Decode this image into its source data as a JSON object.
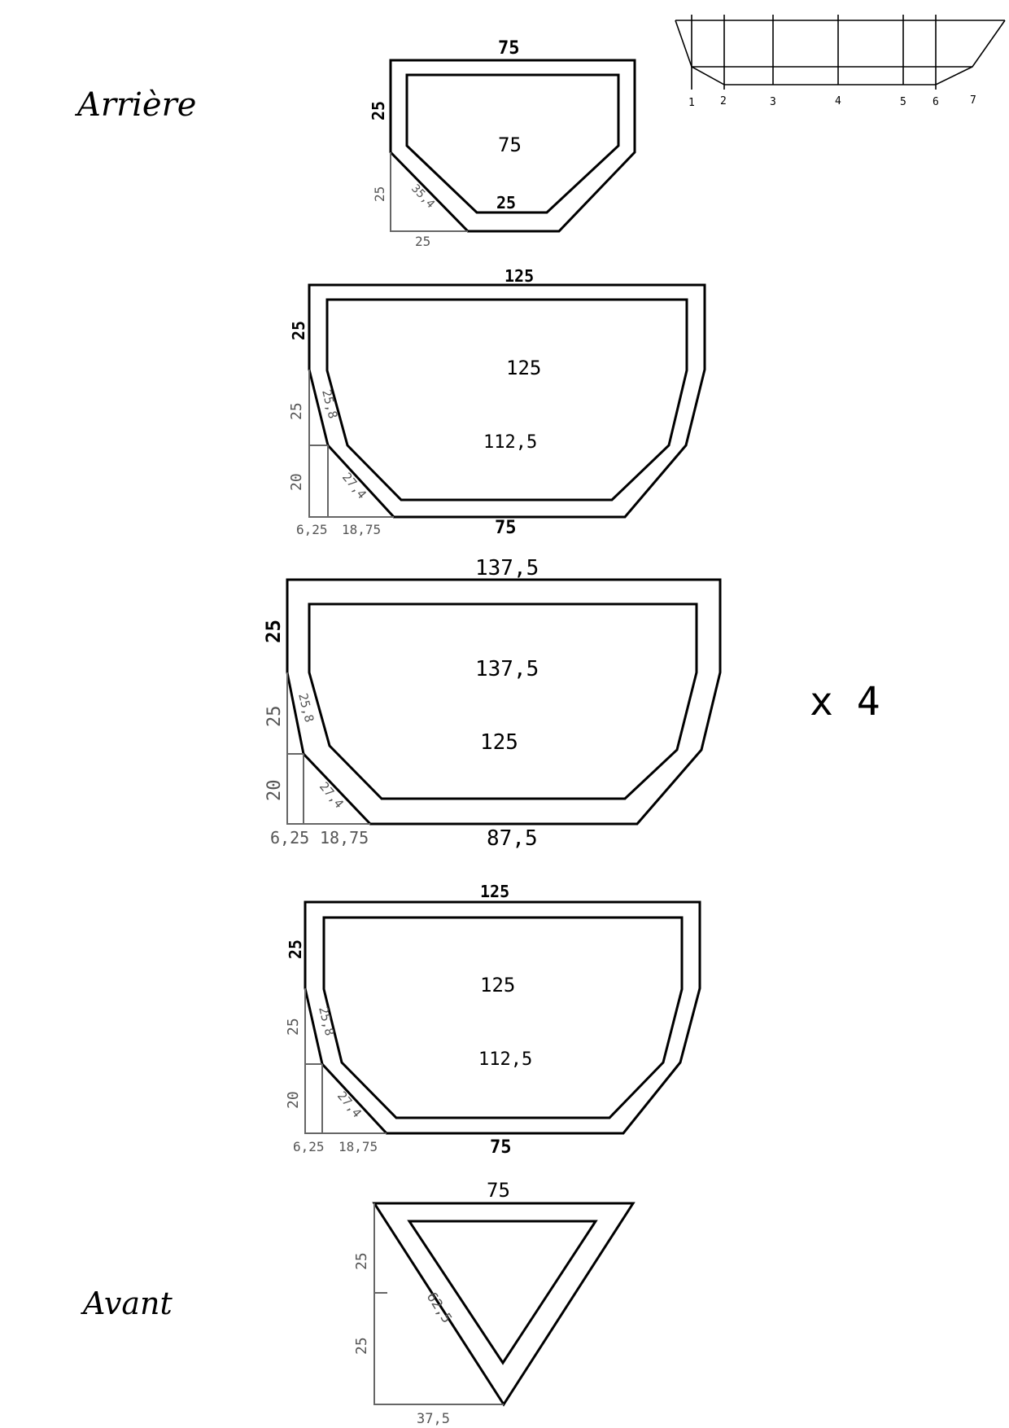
{
  "title_back": "Arrière",
  "title_front": "Avant",
  "multiplier": "x 4",
  "hull_profile": {
    "stations": [
      "1",
      "2",
      "3",
      "4",
      "5",
      "6",
      "7"
    ]
  },
  "pieces": {
    "back": {
      "top": "75",
      "height": "25",
      "inner_top": "75",
      "inner_bottom": "25",
      "chamfer_height": "25",
      "chamfer_width": "25",
      "diagonal": "35,4"
    },
    "frame2": {
      "top": "125",
      "height": "25",
      "inner_top": "125",
      "inner_mid": "112,5",
      "bottom": "75",
      "seg1_height": "25",
      "seg1_diagonal": "25,8",
      "seg2_height": "20",
      "seg2_diagonal": "27,4",
      "offset1": "6,25",
      "offset2": "18,75"
    },
    "frame3": {
      "top": "137,5",
      "height": "25",
      "inner_top": "137,5",
      "inner_mid": "125",
      "bottom": "87,5",
      "seg1_height": "25",
      "seg1_diagonal": "25,8",
      "seg2_height": "20",
      "seg2_diagonal": "27,4",
      "offset1": "6,25",
      "offset2": "18,75"
    },
    "frame4": {
      "top": "125",
      "height": "25",
      "inner_top": "125",
      "inner_mid": "112,5",
      "bottom": "75",
      "seg1_height": "25",
      "seg1_diagonal": "25,8",
      "seg2_height": "20",
      "seg2_diagonal": "27,4",
      "offset1": "6,25",
      "offset2": "18,75"
    },
    "front": {
      "top": "75",
      "height_upper": "25",
      "height_lower": "25",
      "diagonal": "62,5",
      "base": "37,5"
    }
  }
}
